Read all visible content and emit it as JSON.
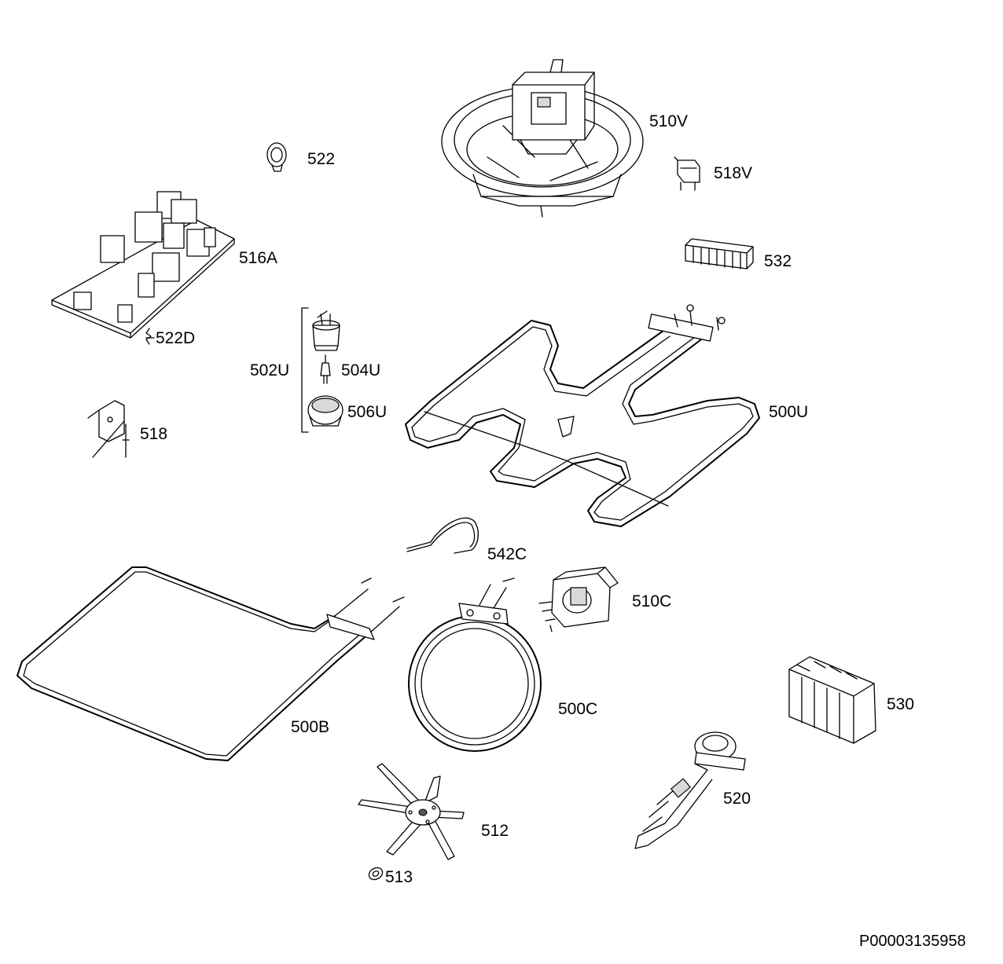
{
  "labels": {
    "p510V": "510V",
    "p522": "522",
    "p518V": "518V",
    "p516A": "516A",
    "p532": "532",
    "p522D": "522D",
    "p502U": "502U",
    "p504U": "504U",
    "p506U": "506U",
    "p500U": "500U",
    "p518": "518",
    "p542C": "542C",
    "p510C": "510C",
    "p500B": "500B",
    "p500C": "500C",
    "p530": "530",
    "p520": "520",
    "p512": "512",
    "p513": "513"
  },
  "document_id": "P00003135958"
}
